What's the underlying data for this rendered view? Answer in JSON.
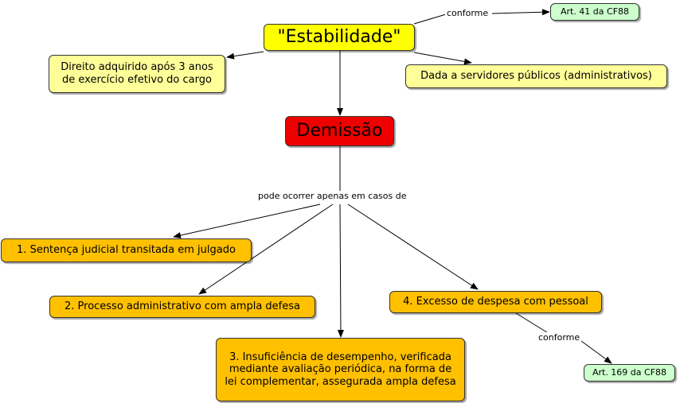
{
  "colors": {
    "yellow": "#ffff00",
    "light_yellow": "#ffff99",
    "red": "#ee0000",
    "orange": "#ffc000",
    "light_green": "#ccffcc"
  },
  "nodes": {
    "estabilidade": "\"Estabilidade\"",
    "art41": "Art. 41 da CF88",
    "direito": "Direito adquirido após 3 anos de exercício efetivo do cargo",
    "servidores": "Dada a servidores públicos (administrativos)",
    "demissao": "Demissão",
    "caso1": "1. Sentença judicial transitada em julgado",
    "caso2": "2. Processo administrativo com ampla defesa",
    "caso3": "3. Insuficiência de desempenho, verificada mediante avaliação periódica, na forma de lei complementar, assegurada ampla defesa",
    "caso4": "4. Excesso de despesa com pessoal",
    "art169": "Art. 169 da CF88"
  },
  "edge_labels": {
    "conforme_top": "conforme",
    "casos": "pode ocorrer apenas em casos de",
    "conforme_bottom": "conforme"
  }
}
